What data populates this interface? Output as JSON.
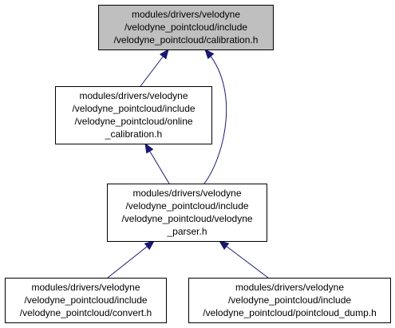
{
  "graph": {
    "nodes": [
      {
        "id": "calibration",
        "lines": [
          "modules/drivers/velodyne",
          "/velodyne_pointcloud/include",
          "/velodyne_pointcloud/calibration.h"
        ],
        "highlighted": true
      },
      {
        "id": "online_calibration",
        "lines": [
          "modules/drivers/velodyne",
          "/velodyne_pointcloud/include",
          "/velodyne_pointcloud/online",
          "_calibration.h"
        ],
        "highlighted": false
      },
      {
        "id": "velodyne_parser",
        "lines": [
          "modules/drivers/velodyne",
          "/velodyne_pointcloud/include",
          "/velodyne_pointcloud/velodyne",
          "_parser.h"
        ],
        "highlighted": false
      },
      {
        "id": "convert",
        "lines": [
          "modules/drivers/velodyne",
          "/velodyne_pointcloud/include",
          "/velodyne_pointcloud/convert.h"
        ],
        "highlighted": false
      },
      {
        "id": "pointcloud_dump",
        "lines": [
          "modules/drivers/velodyne",
          "/velodyne_pointcloud/include",
          "/velodyne_pointcloud/pointcloud_dump.h"
        ],
        "highlighted": false
      }
    ],
    "edges": [
      {
        "from": "online_calibration",
        "to": "calibration"
      },
      {
        "from": "velodyne_parser",
        "to": "calibration"
      },
      {
        "from": "velodyne_parser",
        "to": "online_calibration"
      },
      {
        "from": "convert",
        "to": "velodyne_parser"
      },
      {
        "from": "pointcloud_dump",
        "to": "velodyne_parser"
      }
    ],
    "colors": {
      "highlight_fill": "#bfbfbf",
      "node_fill": "#ffffff",
      "node_border": "#000000",
      "edge": "#191970"
    }
  }
}
